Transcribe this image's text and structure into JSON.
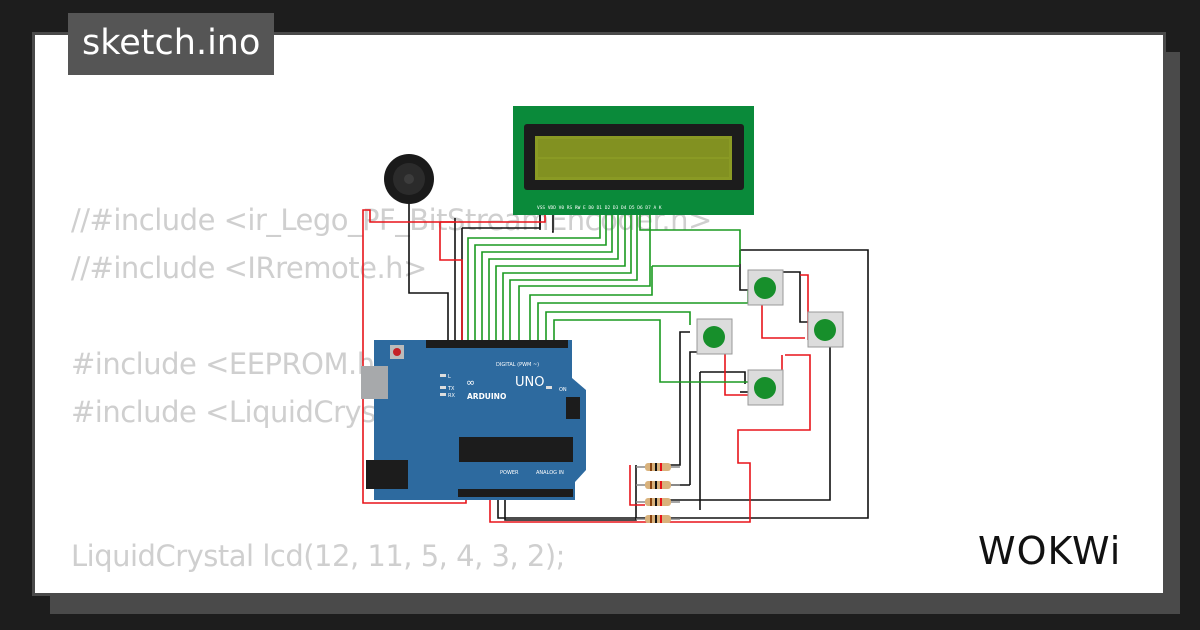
{
  "window": {
    "title": "sketch.ino"
  },
  "code_lines": [
    "//#include <ir_Lego_PF_BitStreamEncoder.h>",
    "//#include <IRremote.h>",
    "",
    "#include <EEPROM.h>",
    "#include <LiquidCrystal.h>",
    "",
    "",
    "LiquidCrystal lcd(12, 11, 5, 4, 3, 2);"
  ],
  "brand": {
    "logo_text": "WOKWi"
  },
  "board": {
    "name": "UNO",
    "brand": "ARDUINO",
    "digital_label": "DIGITAL (PWM ~)",
    "power_label": "POWER",
    "analog_label": "ANALOG IN",
    "on_label": "ON",
    "tx_label": "TX",
    "rx_label": "RX",
    "l_label": "L"
  },
  "lcd": {
    "pin_labels": "VSS VDD V0 RS RW E D0 D1 D2 D3 D4 D5 D6 D7 A K"
  },
  "colors": {
    "board_blue": "#2d6a9f",
    "lcd_green": "#0a8a3a",
    "lcd_screen": "#8a9a24",
    "button_green": "#178f2b",
    "wire_red": "#e8141a",
    "wire_green": "#1a9a20",
    "wire_black": "#111111",
    "code_gray": "#cfcfcf",
    "tab_bg": "#555555"
  }
}
